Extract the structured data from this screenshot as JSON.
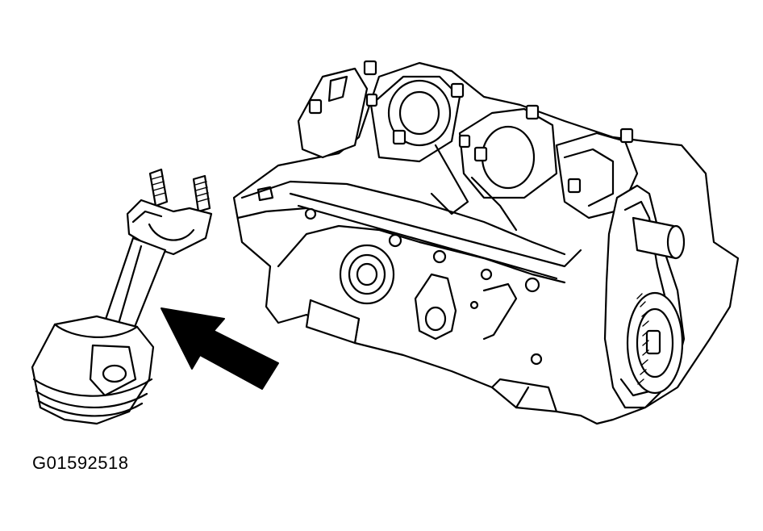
{
  "figure": {
    "id_label": "G01592518",
    "parts": {
      "engine_block": "engine-block-with-crankshaft",
      "piston_assembly": "piston-and-connecting-rod",
      "direction_arrow": "installation-arrow",
      "timing_gear": "timing-sprocket-and-chain"
    },
    "colors": {
      "line": "#000000",
      "background": "#ffffff"
    }
  }
}
